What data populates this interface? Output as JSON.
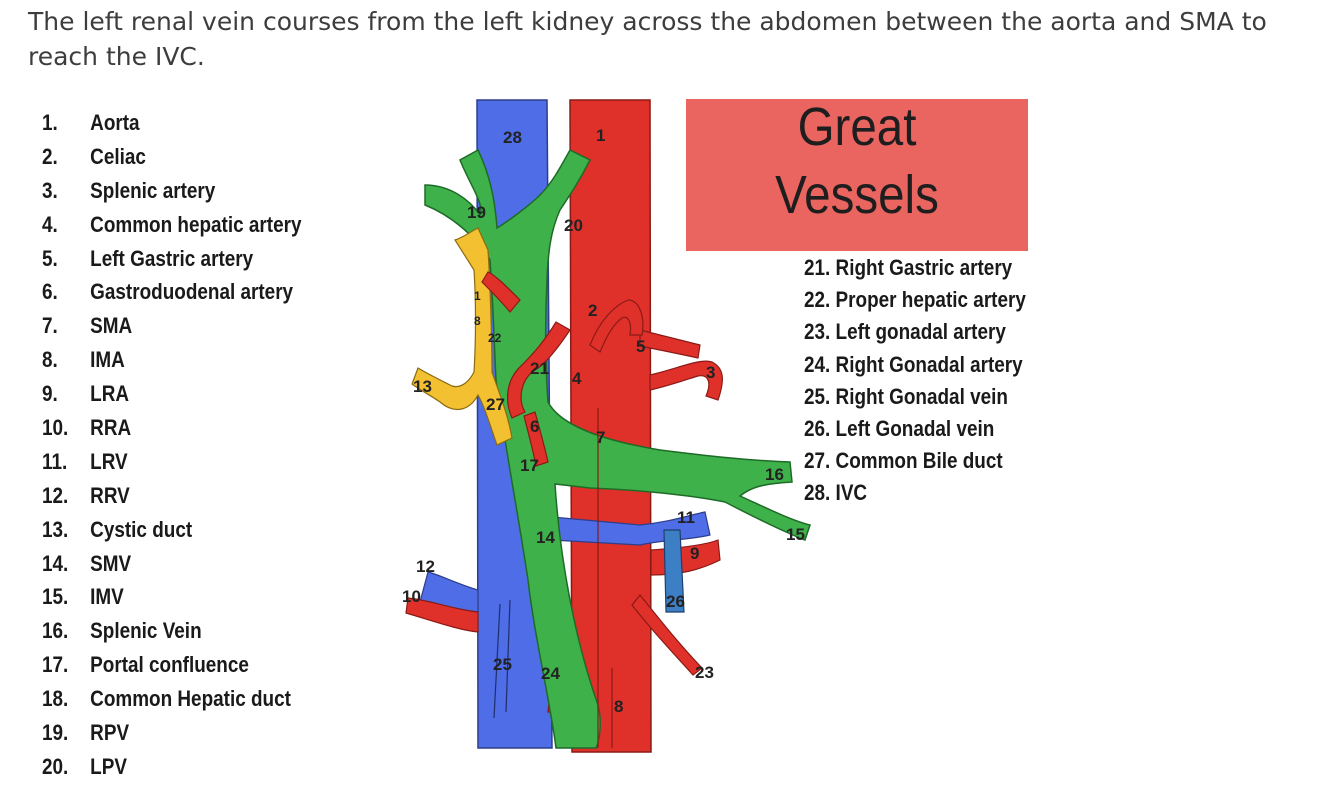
{
  "caption": "The left renal vein courses from the left kidney across the abdomen between the aorta and SMA to reach the IVC.",
  "title_box": {
    "line1": "Great",
    "line2": "Vessels",
    "color": "#ea6560"
  },
  "legend_left": [
    {
      "num": "1.",
      "name": "Aorta"
    },
    {
      "num": "2.",
      "name": "Celiac"
    },
    {
      "num": "3.",
      "name": "Splenic artery"
    },
    {
      "num": "4.",
      "name": "Common hepatic artery"
    },
    {
      "num": "5.",
      "name": "Left Gastric artery"
    },
    {
      "num": "6.",
      "name": "Gastroduodenal artery"
    },
    {
      "num": "7.",
      "name": "SMA"
    },
    {
      "num": "8.",
      "name": "IMA"
    },
    {
      "num": "9.",
      "name": "LRA"
    },
    {
      "num": "10.",
      "name": "RRA"
    },
    {
      "num": "11.",
      "name": "LRV"
    },
    {
      "num": "12.",
      "name": "RRV"
    },
    {
      "num": "13.",
      "name": "Cystic duct"
    },
    {
      "num": "14.",
      "name": "SMV"
    },
    {
      "num": "15.",
      "name": "IMV"
    },
    {
      "num": "16.",
      "name": "Splenic Vein"
    },
    {
      "num": "17.",
      "name": "Portal confluence"
    },
    {
      "num": "18.",
      "name": "Common Hepatic duct"
    },
    {
      "num": "19.",
      "name": "RPV"
    },
    {
      "num": "20.",
      "name": "LPV"
    }
  ],
  "legend_right": [
    "21. Right Gastric artery",
    "22. Proper hepatic artery",
    "23. Left gonadal artery",
    "24. Right Gonadal artery",
    "25. Right Gonadal vein",
    "26. Left Gonadal vein",
    "27. Common Bile duct",
    "28. IVC"
  ],
  "diagram_labels": {
    "n1": "1",
    "n2": "2",
    "n3": "3",
    "n4": "4",
    "n5": "5",
    "n6": "6",
    "n7": "7",
    "n8": "8",
    "n9": "9",
    "n10": "10",
    "n11": "11",
    "n12": "12",
    "n13": "13",
    "n14": "14",
    "n15": "15",
    "n16": "16",
    "n17": "17",
    "n18": "18",
    "n19": "19",
    "n20": "20",
    "n21": "21",
    "n22": "22",
    "n23": "23",
    "n24": "24",
    "n25": "25",
    "n26": "26",
    "n27": "27",
    "n28": "28"
  },
  "colors": {
    "artery": "#e0302a",
    "vein_ivc": "#4e6de6",
    "portal": "#3fb14a",
    "bile": "#f3c032",
    "gonadal_vein": "#3d7fc4"
  }
}
